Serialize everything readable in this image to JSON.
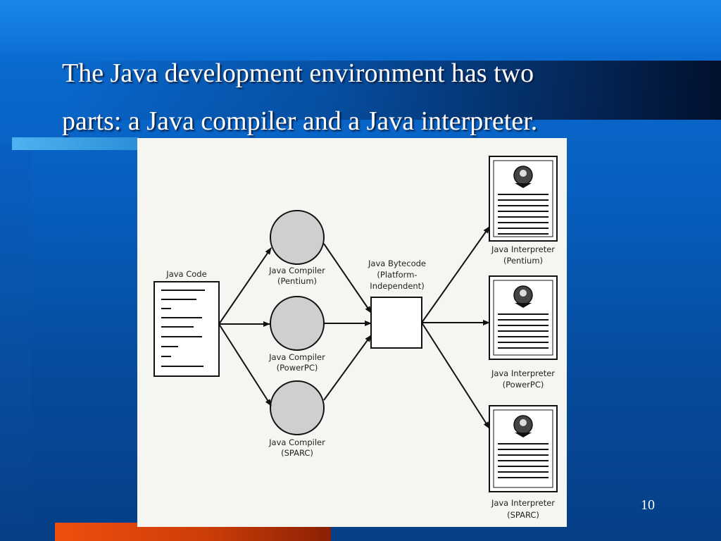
{
  "slide": {
    "title_line1": "The Java development environment has two",
    "title_line2": "parts: a Java compiler and a Java interpreter.",
    "number": "10"
  },
  "diagram": {
    "source": {
      "label": "Java Code"
    },
    "compilers": [
      {
        "line1": "Java Compiler",
        "line2": "(Pentium)"
      },
      {
        "line1": "Java Compiler",
        "line2": "(PowerPC)"
      },
      {
        "line1": "Java Compiler",
        "line2": "(SPARC)"
      }
    ],
    "bytecode": {
      "line1": "Java Bytecode",
      "line2": "(Platform-",
      "line3": "Independent)"
    },
    "interpreters": [
      {
        "line1": "Java Interpreter",
        "line2": "(Pentium)"
      },
      {
        "line1": "Java Interpreter",
        "line2": "(PowerPC)"
      },
      {
        "line1": "Java Interpreter",
        "line2": "(SPARC)"
      }
    ]
  }
}
